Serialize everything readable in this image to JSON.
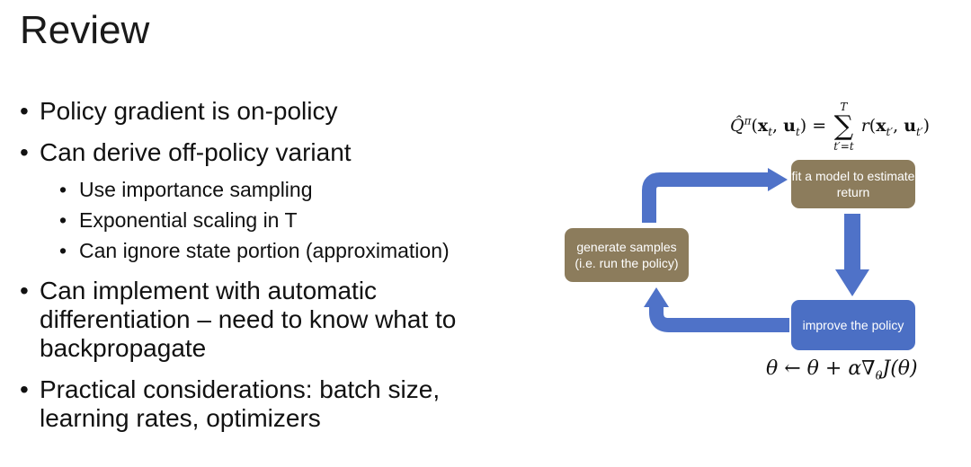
{
  "slide": {
    "title": "Review",
    "bullets": [
      {
        "text": "Policy gradient is on-policy"
      },
      {
        "text": "Can derive off-policy variant",
        "sub": [
          "Use importance sampling",
          "Exponential scaling in T",
          "Can ignore state portion (approximation)"
        ]
      },
      {
        "text": "Can implement with automatic differentiation – need to know what to backpropagate"
      },
      {
        "text": "Practical considerations: batch size, learning rates, optimizers"
      }
    ]
  },
  "diagram": {
    "equation_top": "Q̂^π(x_t, u_t) = Σ_{t'=t}^{T} r(x_{t'}, u_{t'})",
    "equation_bottom": "θ ← θ + α∇θJ(θ)",
    "boxes": {
      "fit_model": "fit a model to estimate return",
      "generate_samples": "generate samples (i.e. run the policy)",
      "improve_policy": "improve the policy"
    },
    "colors": {
      "tan_box": "#8c7c5c",
      "blue_box": "#4b6fc4",
      "arrow": "#4f72c8"
    }
  }
}
